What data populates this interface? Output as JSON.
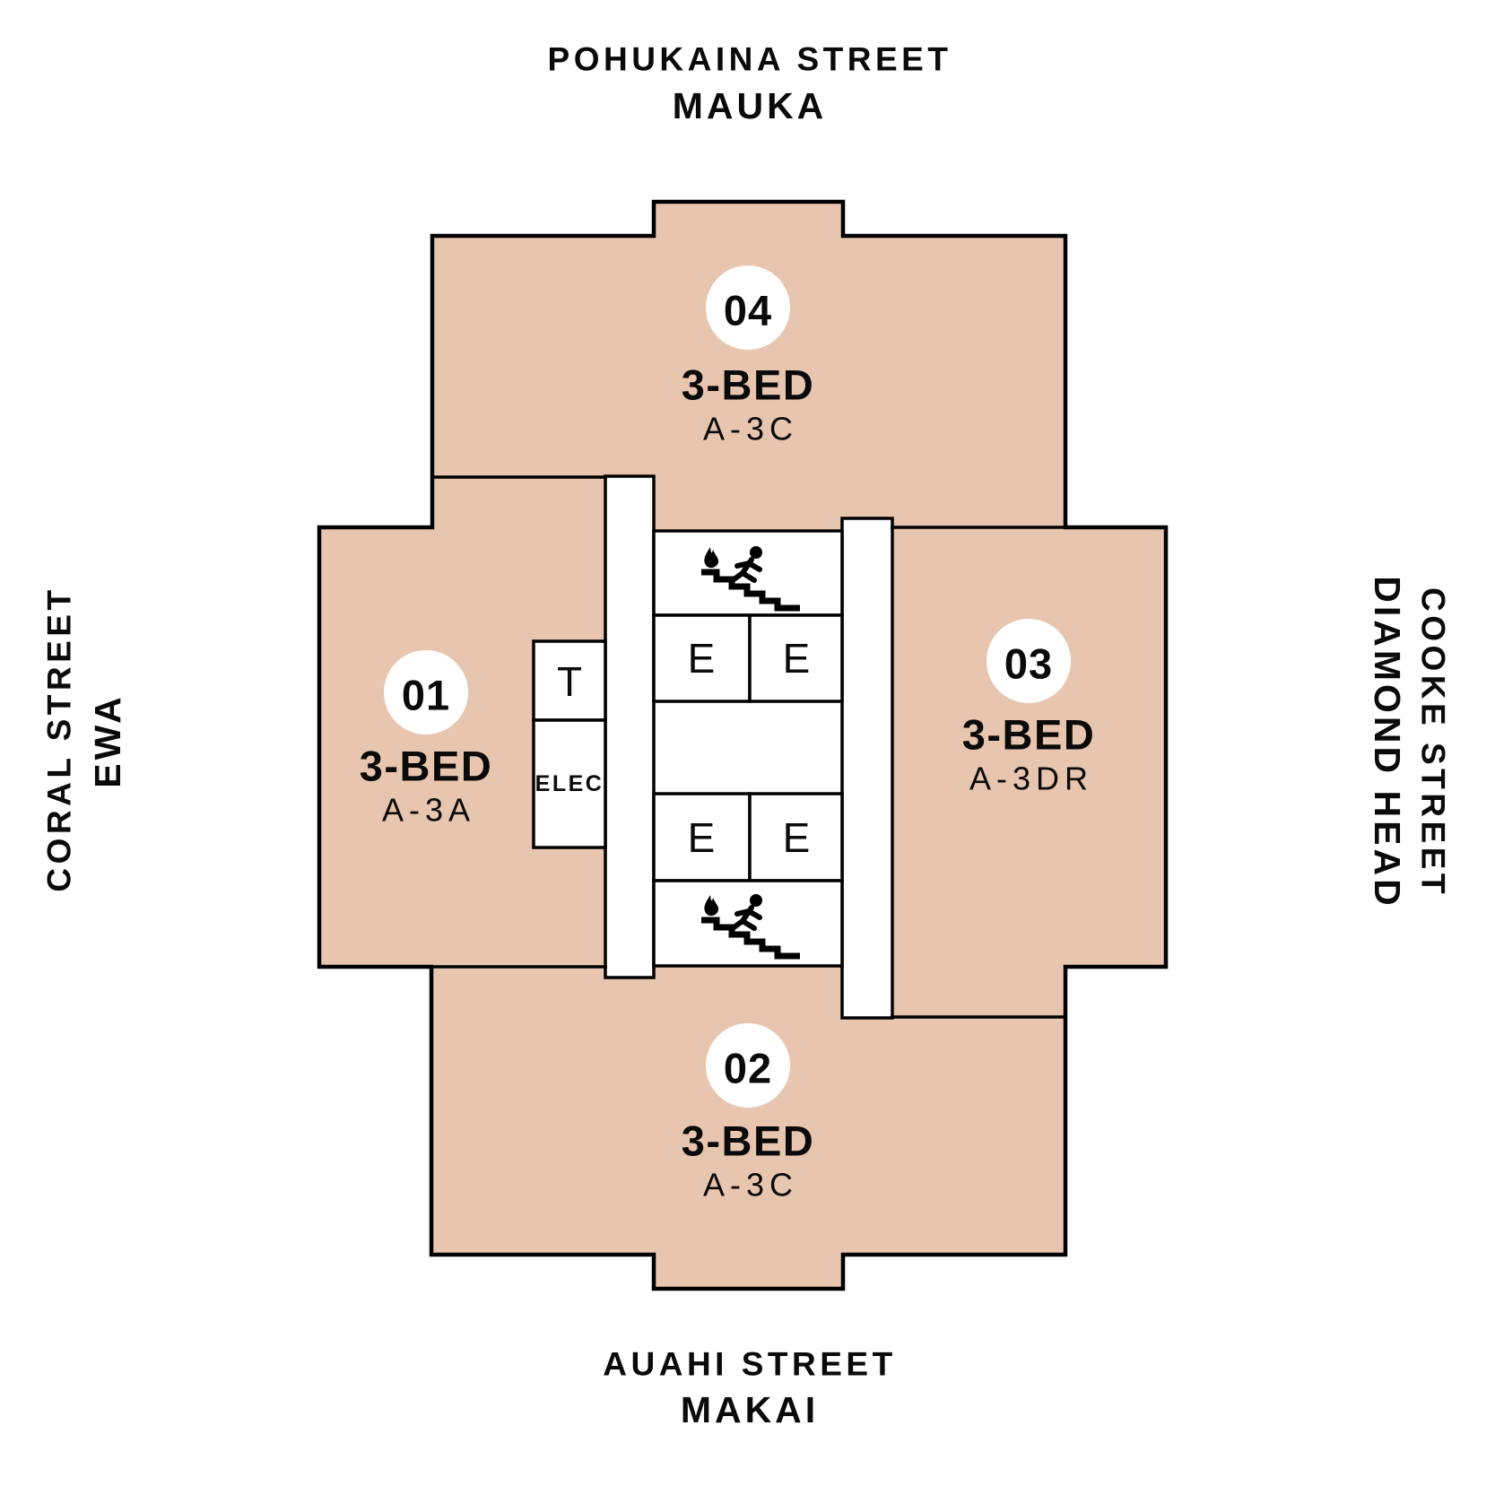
{
  "title": "Residential floor plate diagram",
  "streets": {
    "top": {
      "name": "POHUKAINA STREET",
      "direction": "MAUKA"
    },
    "bottom": {
      "name": "AUAHI STREET",
      "direction": "MAKAI"
    },
    "left": {
      "name": "CORAL STREET",
      "direction": "EWA"
    },
    "right": {
      "name": "COOKE STREET",
      "direction": "DIAMOND HEAD"
    }
  },
  "units": [
    {
      "number": "04",
      "type": "3-BED",
      "plan": "A-3C",
      "position": "top"
    },
    {
      "number": "01",
      "type": "3-BED",
      "plan": "A-3A",
      "position": "left"
    },
    {
      "number": "03",
      "type": "3-BED",
      "plan": "A-3DR",
      "position": "right"
    },
    {
      "number": "02",
      "type": "3-BED",
      "plan": "A-3C",
      "position": "bottom"
    }
  ],
  "core": {
    "elevator_label": "E",
    "trash_label": "T",
    "electrical_label": "ELEC",
    "stair_icon": "fire-exit-stairs-icon"
  },
  "colors": {
    "unit_fill": "#E8C5AE",
    "outline": "#000000",
    "room_fill": "#FFFFFF",
    "text": "#0A0A0A"
  }
}
